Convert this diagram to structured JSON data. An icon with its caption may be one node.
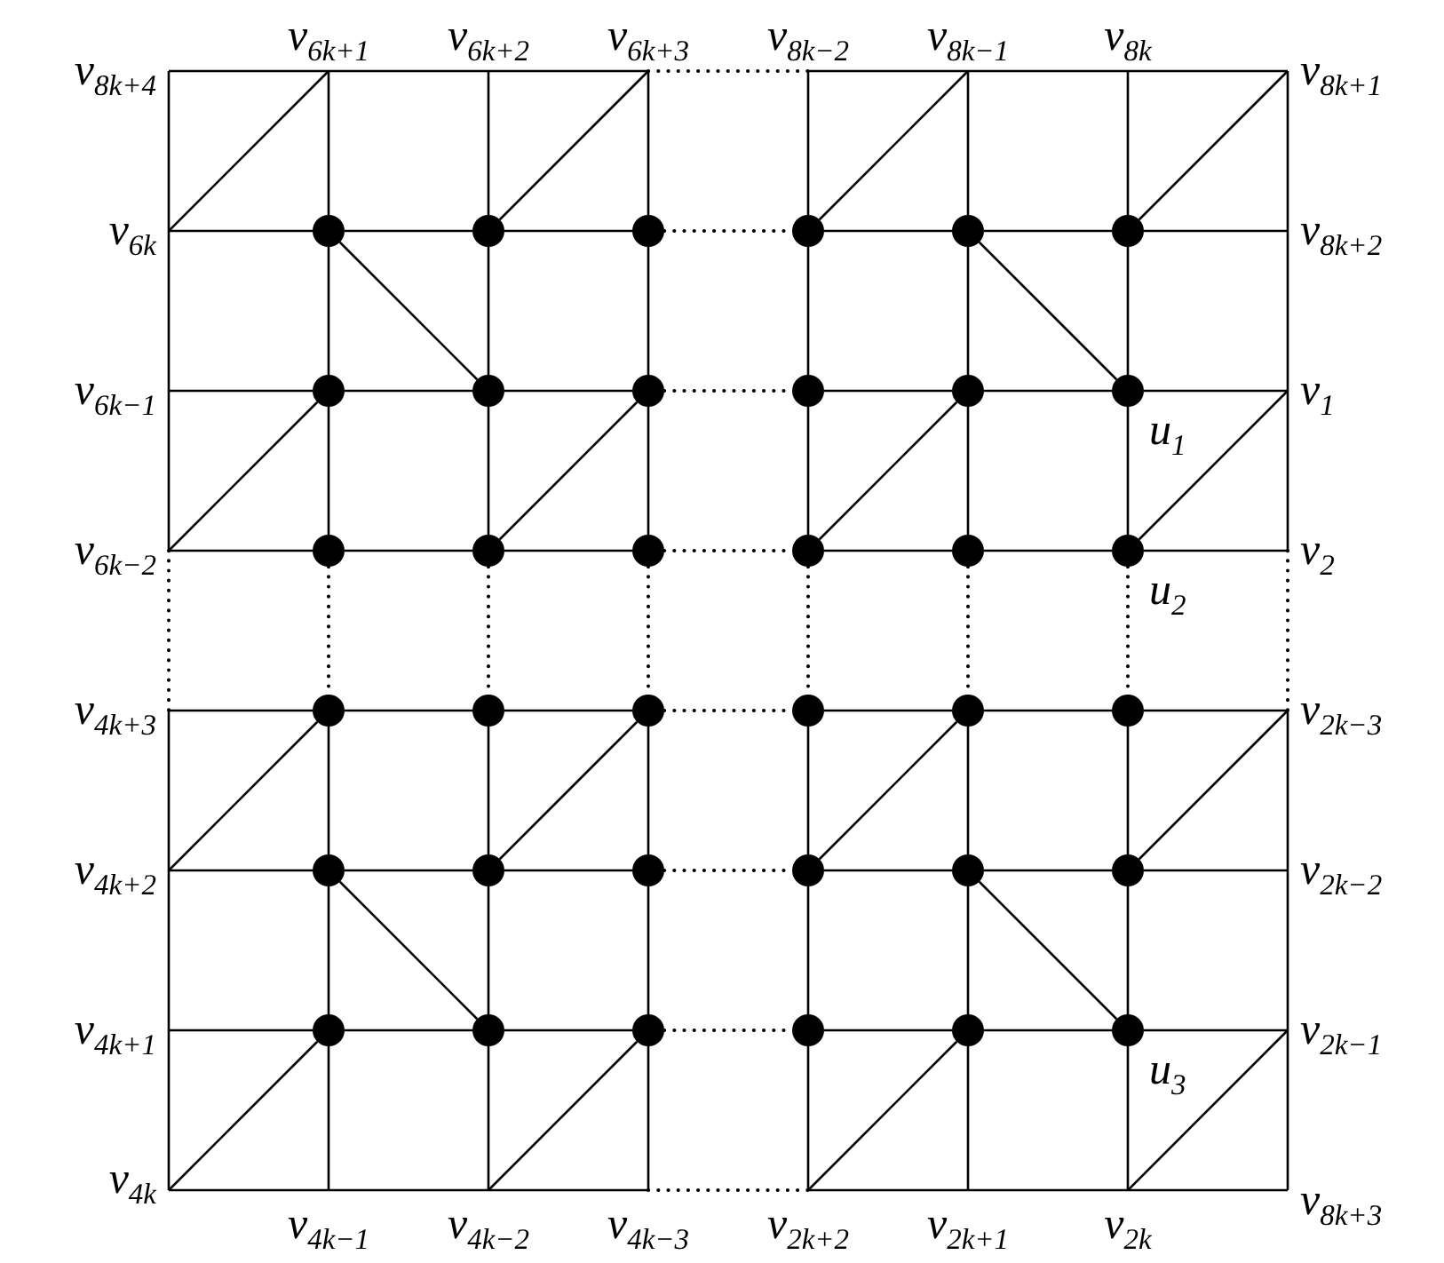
{
  "diagram": {
    "nodes": [
      {
        "text": [
          "v$_{8k+4}$"
        ]
      },
      {
        "text": [
          "v$_{6k+1}$"
        ]
      },
      {
        "text": [
          "v$_{6k+2}$"
        ]
      },
      {
        "text": [
          "v$_{6k+3}$"
        ]
      },
      {
        "text": [
          "v$_{8k−2}$"
        ]
      },
      {
        "text": [
          "v$_{8k−1}$"
        ]
      },
      {
        "text": [
          "v$_{8k}$"
        ]
      },
      {
        "text": [
          "v$_{8k+1}$"
        ]
      },
      {
        "text": [
          "v$_{6k}$"
        ]
      },
      {
        "text": [],
        "shape": "circle"
      },
      {
        "text": [],
        "shape": "circle"
      },
      {
        "text": [],
        "shape": "circle"
      },
      {
        "text": [],
        "shape": "circle"
      },
      {
        "text": [],
        "shape": "circle"
      },
      {
        "text": [],
        "shape": "circle"
      },
      {
        "text": [
          "v$_{8k+2}$"
        ]
      },
      {
        "text": [
          "v$_{6k−1}$"
        ]
      },
      {
        "text": [],
        "shape": "circle"
      },
      {
        "text": [],
        "shape": "circle"
      },
      {
        "text": [],
        "shape": "circle"
      },
      {
        "text": [],
        "shape": "circle"
      },
      {
        "text": [],
        "shape": "circle"
      },
      {
        "text": [],
        "shape": "circle",
        "beside": [
          "u$_{1}$"
        ]
      },
      {
        "text": [
          "v$_{1}$"
        ]
      },
      {
        "text": [
          "v$_{6k−2}$"
        ]
      },
      {
        "text": [],
        "shape": "circle"
      },
      {
        "text": [],
        "shape": "circle"
      },
      {
        "text": [],
        "shape": "circle"
      },
      {
        "text": [],
        "shape": "circle"
      },
      {
        "text": [],
        "shape": "circle"
      },
      {
        "text": [],
        "shape": "circle",
        "beside": [
          "u$_{2}$"
        ]
      },
      {
        "text": [
          "v$_{2}$"
        ]
      },
      {
        "text": [
          "v$_{4k+3}$"
        ]
      },
      {
        "text": [],
        "shape": "circle"
      },
      {
        "text": [],
        "shape": "circle"
      },
      {
        "text": [],
        "shape": "circle"
      },
      {
        "text": [],
        "shape": "circle"
      },
      {
        "text": [],
        "shape": "circle"
      },
      {
        "text": [],
        "shape": "circle"
      },
      {
        "text": [
          "v$_{2k−3}$"
        ]
      },
      {
        "text": [
          "v$_{4k+2}$"
        ]
      },
      {
        "text": [],
        "shape": "circle"
      },
      {
        "text": [],
        "shape": "circle"
      },
      {
        "text": [],
        "shape": "circle"
      },
      {
        "text": [],
        "shape": "circle"
      },
      {
        "text": [],
        "shape": "circle"
      },
      {
        "text": [],
        "shape": "circle"
      },
      {
        "text": [
          "v$_{2k−2}$"
        ]
      },
      {
        "text": [
          "v$_{4k+1}$"
        ]
      },
      {
        "text": [],
        "shape": "circle"
      },
      {
        "text": [],
        "shape": "circle"
      },
      {
        "text": [],
        "shape": "circle"
      },
      {
        "text": [],
        "shape": "circle"
      },
      {
        "text": [],
        "shape": "circle"
      },
      {
        "text": [],
        "shape": "circle",
        "beside": [
          "u$_{3}$"
        ]
      },
      {
        "text": [
          "v$_{2k−1}$"
        ]
      },
      {
        "text": [
          "v$_{4k}$"
        ]
      },
      {
        "text": [
          "v$_{4k−1}$"
        ]
      },
      {
        "text": [
          "v$_{4k−2}$"
        ]
      },
      {
        "text": [
          "v$_{4k−3}$"
        ]
      },
      {
        "text": [
          "v$_{2k+2}$"
        ]
      },
      {
        "text": [
          "v$_{2k+1}$"
        ]
      },
      {
        "text": [
          "v$_{2k}$"
        ]
      },
      {
        "text": [
          "v$_{8k+3}$"
        ]
      }
    ],
    "edges": [
      {
        "from": 0,
        "to": 1,
        "arrow": "none"
      },
      {
        "from": 1,
        "to": 2,
        "arrow": "none"
      },
      {
        "from": 2,
        "to": 3,
        "arrow": "none"
      },
      {
        "from": 3,
        "to": 4,
        "arrow": "none",
        "style": "dashed"
      },
      {
        "from": 4,
        "to": 5,
        "arrow": "none"
      },
      {
        "from": 5,
        "to": 6,
        "arrow": "none"
      },
      {
        "from": 6,
        "to": 7,
        "arrow": "none"
      },
      {
        "from": 8,
        "to": 9,
        "arrow": "none"
      },
      {
        "from": 9,
        "to": 10,
        "arrow": "none"
      },
      {
        "from": 10,
        "to": 11,
        "arrow": "none"
      },
      {
        "from": 11,
        "to": 12,
        "arrow": "none",
        "style": "dashed"
      },
      {
        "from": 12,
        "to": 13,
        "arrow": "none"
      },
      {
        "from": 13,
        "to": 14,
        "arrow": "none"
      },
      {
        "from": 14,
        "to": 15,
        "arrow": "none"
      },
      {
        "from": 16,
        "to": 17,
        "arrow": "none"
      },
      {
        "from": 17,
        "to": 18,
        "arrow": "none"
      },
      {
        "from": 18,
        "to": 19,
        "arrow": "none"
      },
      {
        "from": 19,
        "to": 20,
        "arrow": "none",
        "style": "dashed"
      },
      {
        "from": 20,
        "to": 21,
        "arrow": "none"
      },
      {
        "from": 21,
        "to": 22,
        "arrow": "none"
      },
      {
        "from": 22,
        "to": 23,
        "arrow": "none"
      },
      {
        "from": 24,
        "to": 25,
        "arrow": "none"
      },
      {
        "from": 25,
        "to": 26,
        "arrow": "none"
      },
      {
        "from": 26,
        "to": 27,
        "arrow": "none"
      },
      {
        "from": 27,
        "to": 28,
        "arrow": "none",
        "style": "dashed"
      },
      {
        "from": 28,
        "to": 29,
        "arrow": "none"
      },
      {
        "from": 29,
        "to": 30,
        "arrow": "none"
      },
      {
        "from": 30,
        "to": 31,
        "arrow": "none"
      },
      {
        "from": 32,
        "to": 33,
        "arrow": "none"
      },
      {
        "from": 33,
        "to": 34,
        "arrow": "none"
      },
      {
        "from": 34,
        "to": 35,
        "arrow": "none"
      },
      {
        "from": 35,
        "to": 36,
        "arrow": "none",
        "style": "dashed"
      },
      {
        "from": 36,
        "to": 37,
        "arrow": "none"
      },
      {
        "from": 37,
        "to": 38,
        "arrow": "none"
      },
      {
        "from": 38,
        "to": 39,
        "arrow": "none"
      },
      {
        "from": 40,
        "to": 41,
        "arrow": "none"
      },
      {
        "from": 41,
        "to": 42,
        "arrow": "none"
      },
      {
        "from": 42,
        "to": 43,
        "arrow": "none"
      },
      {
        "from": 43,
        "to": 44,
        "arrow": "none",
        "style": "dashed"
      },
      {
        "from": 44,
        "to": 45,
        "arrow": "none"
      },
      {
        "from": 45,
        "to": 46,
        "arrow": "none"
      },
      {
        "from": 46,
        "to": 47,
        "arrow": "none"
      },
      {
        "from": 48,
        "to": 49,
        "arrow": "none"
      },
      {
        "from": 49,
        "to": 50,
        "arrow": "none"
      },
      {
        "from": 50,
        "to": 51,
        "arrow": "none"
      },
      {
        "from": 51,
        "to": 52,
        "arrow": "none",
        "style": "dashed"
      },
      {
        "from": 52,
        "to": 53,
        "arrow": "none"
      },
      {
        "from": 53,
        "to": 54,
        "arrow": "none"
      },
      {
        "from": 54,
        "to": 55,
        "arrow": "none"
      },
      {
        "from": 56,
        "to": 57,
        "arrow": "none"
      },
      {
        "from": 57,
        "to": 58,
        "arrow": "none"
      },
      {
        "from": 58,
        "to": 59,
        "arrow": "none"
      },
      {
        "from": 59,
        "to": 60,
        "arrow": "none",
        "style": "dashed"
      },
      {
        "from": 60,
        "to": 61,
        "arrow": "none"
      },
      {
        "from": 61,
        "to": 62,
        "arrow": "none"
      },
      {
        "from": 62,
        "to": 63,
        "arrow": "none"
      },
      {
        "from": 0,
        "to": 8,
        "arrow": "none"
      },
      {
        "from": 1,
        "to": 9,
        "arrow": "none"
      },
      {
        "from": 2,
        "to": 10,
        "arrow": "none"
      },
      {
        "from": 3,
        "to": 11,
        "arrow": "none"
      },
      {
        "from": 4,
        "to": 12,
        "arrow": "none"
      },
      {
        "from": 5,
        "to": 13,
        "arrow": "none"
      },
      {
        "from": 6,
        "to": 14,
        "arrow": "none"
      },
      {
        "from": 7,
        "to": 15,
        "arrow": "none"
      },
      {
        "from": 8,
        "to": 16,
        "arrow": "none"
      },
      {
        "from": 9,
        "to": 17,
        "arrow": "none"
      },
      {
        "from": 10,
        "to": 18,
        "arrow": "none"
      },
      {
        "from": 11,
        "to": 19,
        "arrow": "none"
      },
      {
        "from": 12,
        "to": 20,
        "arrow": "none"
      },
      {
        "from": 13,
        "to": 21,
        "arrow": "none"
      },
      {
        "from": 14,
        "to": 22,
        "arrow": "none"
      },
      {
        "from": 15,
        "to": 23,
        "arrow": "none"
      },
      {
        "from": 16,
        "to": 24,
        "arrow": "none"
      },
      {
        "from": 17,
        "to": 25,
        "arrow": "none"
      },
      {
        "from": 18,
        "to": 26,
        "arrow": "none"
      },
      {
        "from": 19,
        "to": 27,
        "arrow": "none"
      },
      {
        "from": 20,
        "to": 28,
        "arrow": "none"
      },
      {
        "from": 21,
        "to": 29,
        "arrow": "none"
      },
      {
        "from": 22,
        "to": 30,
        "arrow": "none"
      },
      {
        "from": 23,
        "to": 31,
        "arrow": "none"
      },
      {
        "from": 24,
        "to": 32,
        "arrow": "none",
        "style": "dashed"
      },
      {
        "from": 25,
        "to": 33,
        "arrow": "none",
        "style": "dashed"
      },
      {
        "from": 26,
        "to": 34,
        "arrow": "none",
        "style": "dashed"
      },
      {
        "from": 27,
        "to": 35,
        "arrow": "none",
        "style": "dashed"
      },
      {
        "from": 28,
        "to": 36,
        "arrow": "none",
        "style": "dashed"
      },
      {
        "from": 29,
        "to": 37,
        "arrow": "none",
        "style": "dashed"
      },
      {
        "from": 30,
        "to": 38,
        "arrow": "none",
        "style": "dashed"
      },
      {
        "from": 31,
        "to": 39,
        "arrow": "none",
        "style": "dashed"
      },
      {
        "from": 32,
        "to": 40,
        "arrow": "none"
      },
      {
        "from": 33,
        "to": 41,
        "arrow": "none"
      },
      {
        "from": 34,
        "to": 42,
        "arrow": "none"
      },
      {
        "from": 35,
        "to": 43,
        "arrow": "none"
      },
      {
        "from": 36,
        "to": 44,
        "arrow": "none"
      },
      {
        "from": 37,
        "to": 45,
        "arrow": "none"
      },
      {
        "from": 38,
        "to": 46,
        "arrow": "none"
      },
      {
        "from": 39,
        "to": 47,
        "arrow": "none"
      },
      {
        "from": 40,
        "to": 48,
        "arrow": "none"
      },
      {
        "from": 41,
        "to": 49,
        "arrow": "none"
      },
      {
        "from": 42,
        "to": 50,
        "arrow": "none"
      },
      {
        "from": 43,
        "to": 51,
        "arrow": "none"
      },
      {
        "from": 44,
        "to": 52,
        "arrow": "none"
      },
      {
        "from": 45,
        "to": 53,
        "arrow": "none"
      },
      {
        "from": 46,
        "to": 54,
        "arrow": "none"
      },
      {
        "from": 47,
        "to": 55,
        "arrow": "none"
      },
      {
        "from": 48,
        "to": 56,
        "arrow": "none"
      },
      {
        "from": 49,
        "to": 57,
        "arrow": "none"
      },
      {
        "from": 50,
        "to": 58,
        "arrow": "none"
      },
      {
        "from": 51,
        "to": 59,
        "arrow": "none"
      },
      {
        "from": 52,
        "to": 60,
        "arrow": "none"
      },
      {
        "from": 53,
        "to": 61,
        "arrow": "none"
      },
      {
        "from": 54,
        "to": 62,
        "arrow": "none"
      },
      {
        "from": 55,
        "to": 63,
        "arrow": "none"
      },
      {
        "from": 8,
        "to": 1,
        "arrow": "none"
      },
      {
        "from": 10,
        "to": 3,
        "arrow": "none"
      },
      {
        "from": 12,
        "to": 5,
        "arrow": "none"
      },
      {
        "from": 14,
        "to": 7,
        "arrow": "none"
      },
      {
        "from": 9,
        "to": 18,
        "arrow": "none"
      },
      {
        "from": 13,
        "to": 22,
        "arrow": "none"
      },
      {
        "from": 24,
        "to": 17,
        "arrow": "none"
      },
      {
        "from": 26,
        "to": 19,
        "arrow": "none"
      },
      {
        "from": 28,
        "to": 21,
        "arrow": "none"
      },
      {
        "from": 30,
        "to": 23,
        "arrow": "none"
      },
      {
        "from": 40,
        "to": 33,
        "arrow": "none"
      },
      {
        "from": 42,
        "to": 35,
        "arrow": "none"
      },
      {
        "from": 44,
        "to": 37,
        "arrow": "none"
      },
      {
        "from": 46,
        "to": 39,
        "arrow": "none"
      },
      {
        "from": 41,
        "to": 50,
        "arrow": "none"
      },
      {
        "from": 45,
        "to": 54,
        "arrow": "none"
      },
      {
        "from": 56,
        "to": 49,
        "arrow": "none"
      },
      {
        "from": 58,
        "to": 51,
        "arrow": "none"
      },
      {
        "from": 60,
        "to": 53,
        "arrow": "none"
      },
      {
        "from": 62,
        "to": 55,
        "arrow": "none"
      }
    ]
  }
}
